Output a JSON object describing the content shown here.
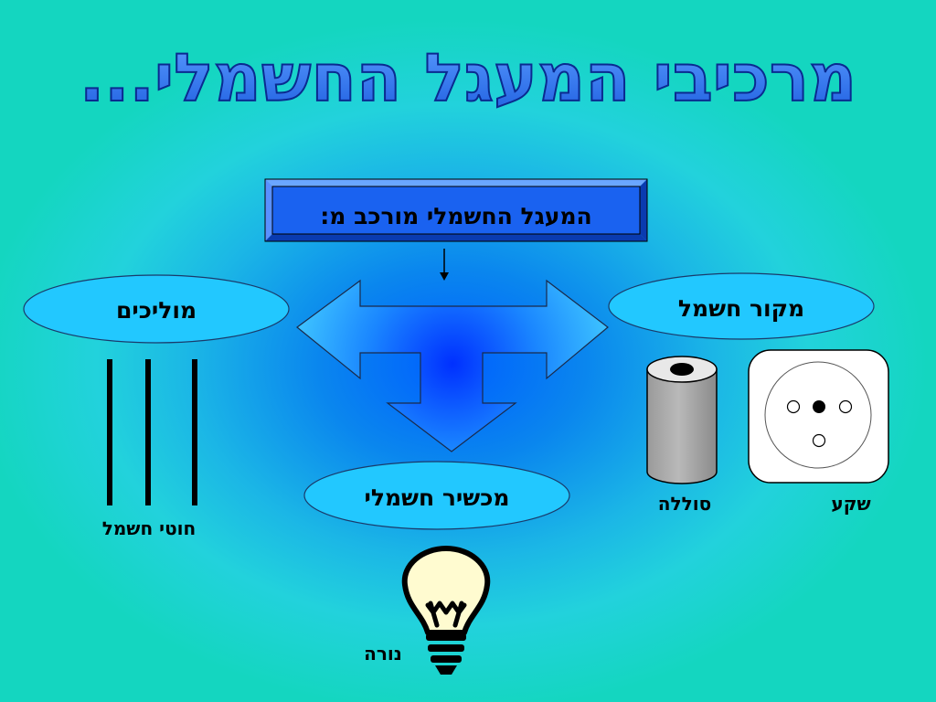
{
  "title": "מרכיבי המעגל החשמלי...",
  "header_box": "המעגל החשמלי מורכב מ:",
  "categories": {
    "conductors": "מוליכים",
    "power_source": "מקור חשמל",
    "electrical_device": "מכשיר חשמלי"
  },
  "items": {
    "wires": "חוטי חשמל",
    "battery": "סוללה",
    "socket": "שקע",
    "bulb": "נורה"
  },
  "colors": {
    "title_fill": "#2a6fe8",
    "header_box": "#1a62f0",
    "ellipse_fill": "#22c8ff",
    "arrow_center": "#0040ff",
    "arrow_edge": "#38b8ff",
    "bulb_fill": "#fffbd0"
  }
}
